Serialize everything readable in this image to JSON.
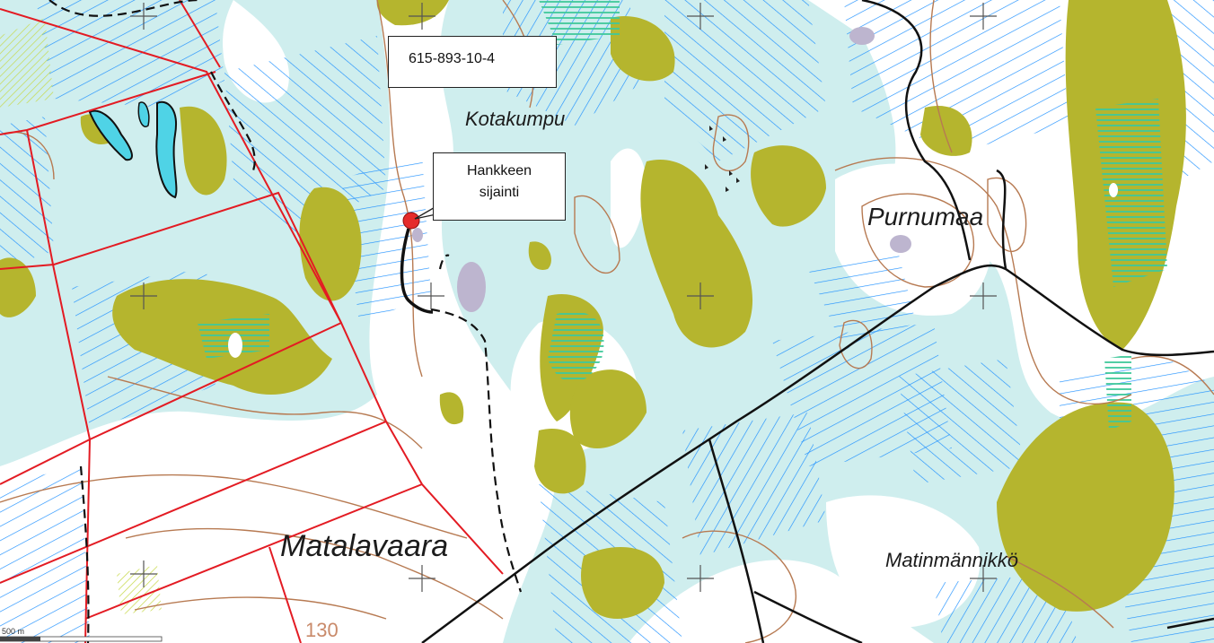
{
  "map": {
    "place_names": {
      "kotakumpu": "Kotakumpu",
      "purnumaa": "Purnumaa",
      "matalavaara": "Matalavaara",
      "matinmannikko": "Matinmännikkö"
    },
    "elevation_label": "130",
    "scale_label": "500 m",
    "parcel_id_box": "615-893-10-4",
    "project_callout": {
      "line1": "Hankkeen",
      "line2": "sijainti"
    },
    "colors": {
      "background": "#ffffff",
      "mire_fill": "#cfeeee",
      "ditch_blue": "#1e90ff",
      "forest_olive": "#b5b52e",
      "contour_brown": "#b77a52",
      "parcel_red": "#e31b23",
      "road_black": "#111111",
      "marker_red": "#e52b2b",
      "pond_lilac": "#bdb5cf",
      "water_cyan": "#4fd3e6",
      "open_mire_green": "#3fc89a"
    }
  }
}
